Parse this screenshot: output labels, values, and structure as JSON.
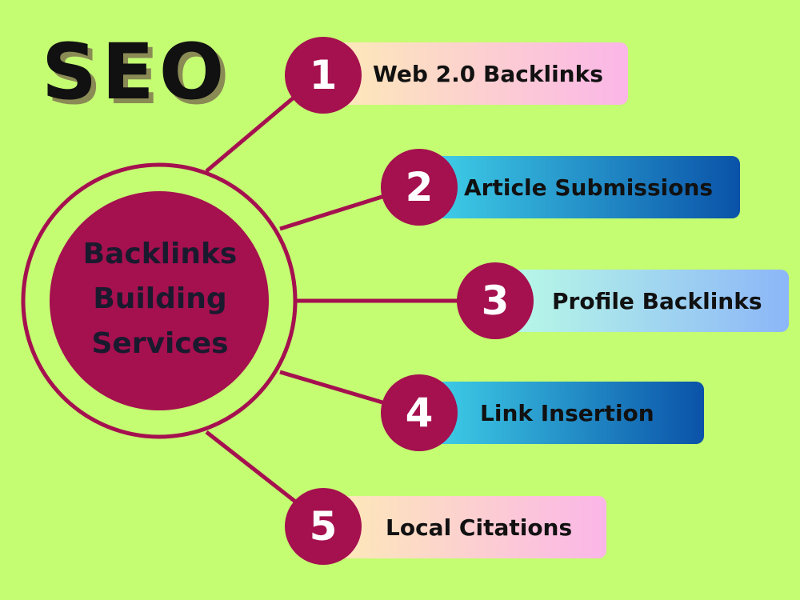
{
  "title": "SEO",
  "center": {
    "lines": [
      "Backlinks",
      "Building",
      "Services"
    ]
  },
  "items": [
    {
      "number": "1",
      "label": "Web 2.0 Backlinks"
    },
    {
      "number": "2",
      "label": "Article Submissions"
    },
    {
      "number": "3",
      "label": "Profile Backlinks"
    },
    {
      "number": "4",
      "label": "Link Insertion"
    },
    {
      "number": "5",
      "label": "Local Citations"
    }
  ],
  "colors": {
    "background": "#c4fc72",
    "accent": "#a5104f",
    "ring": "#a5104f",
    "title": "#111111"
  }
}
